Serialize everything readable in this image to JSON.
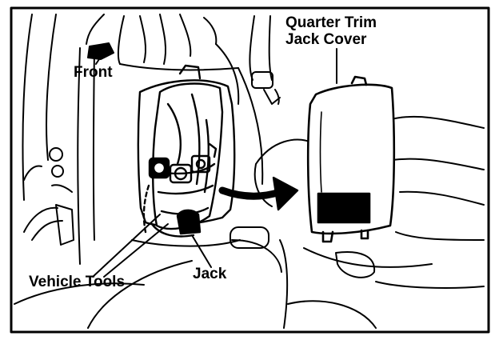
{
  "labels": {
    "front": "Front",
    "cover_line1": "Quarter Trim",
    "cover_line2": "Jack Cover",
    "tools": "Vehicle Tools",
    "jack": "Jack"
  },
  "colors": {
    "ink": "#000000",
    "paper": "#ffffff"
  }
}
